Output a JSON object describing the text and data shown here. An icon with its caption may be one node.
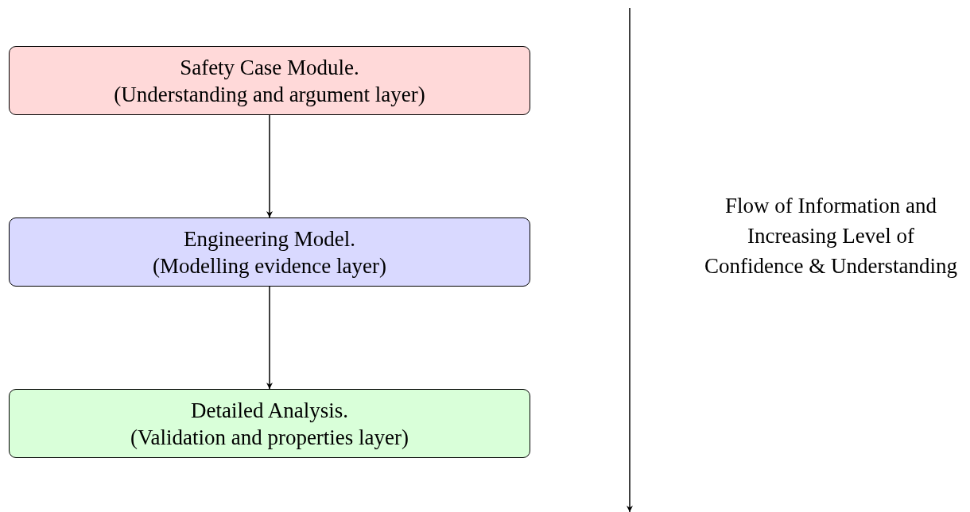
{
  "diagram": {
    "nodes": [
      {
        "text": [
          "Safety Case Module.",
          "(Understanding and argument layer)"
        ]
      },
      {
        "text": [
          "Engineering Model.",
          "(Modelling evidence layer)"
        ]
      },
      {
        "text": [
          "Detailed Analysis.",
          "(Validation and properties layer)"
        ]
      }
    ],
    "edges": [
      {
        "from": 0,
        "to": 1,
        "arrow": "to"
      },
      {
        "from": 1,
        "to": 2,
        "arrow": "to"
      }
    ],
    "labels": [
      "Flow of Information and Increasing Level of Confidence & Understanding"
    ]
  }
}
